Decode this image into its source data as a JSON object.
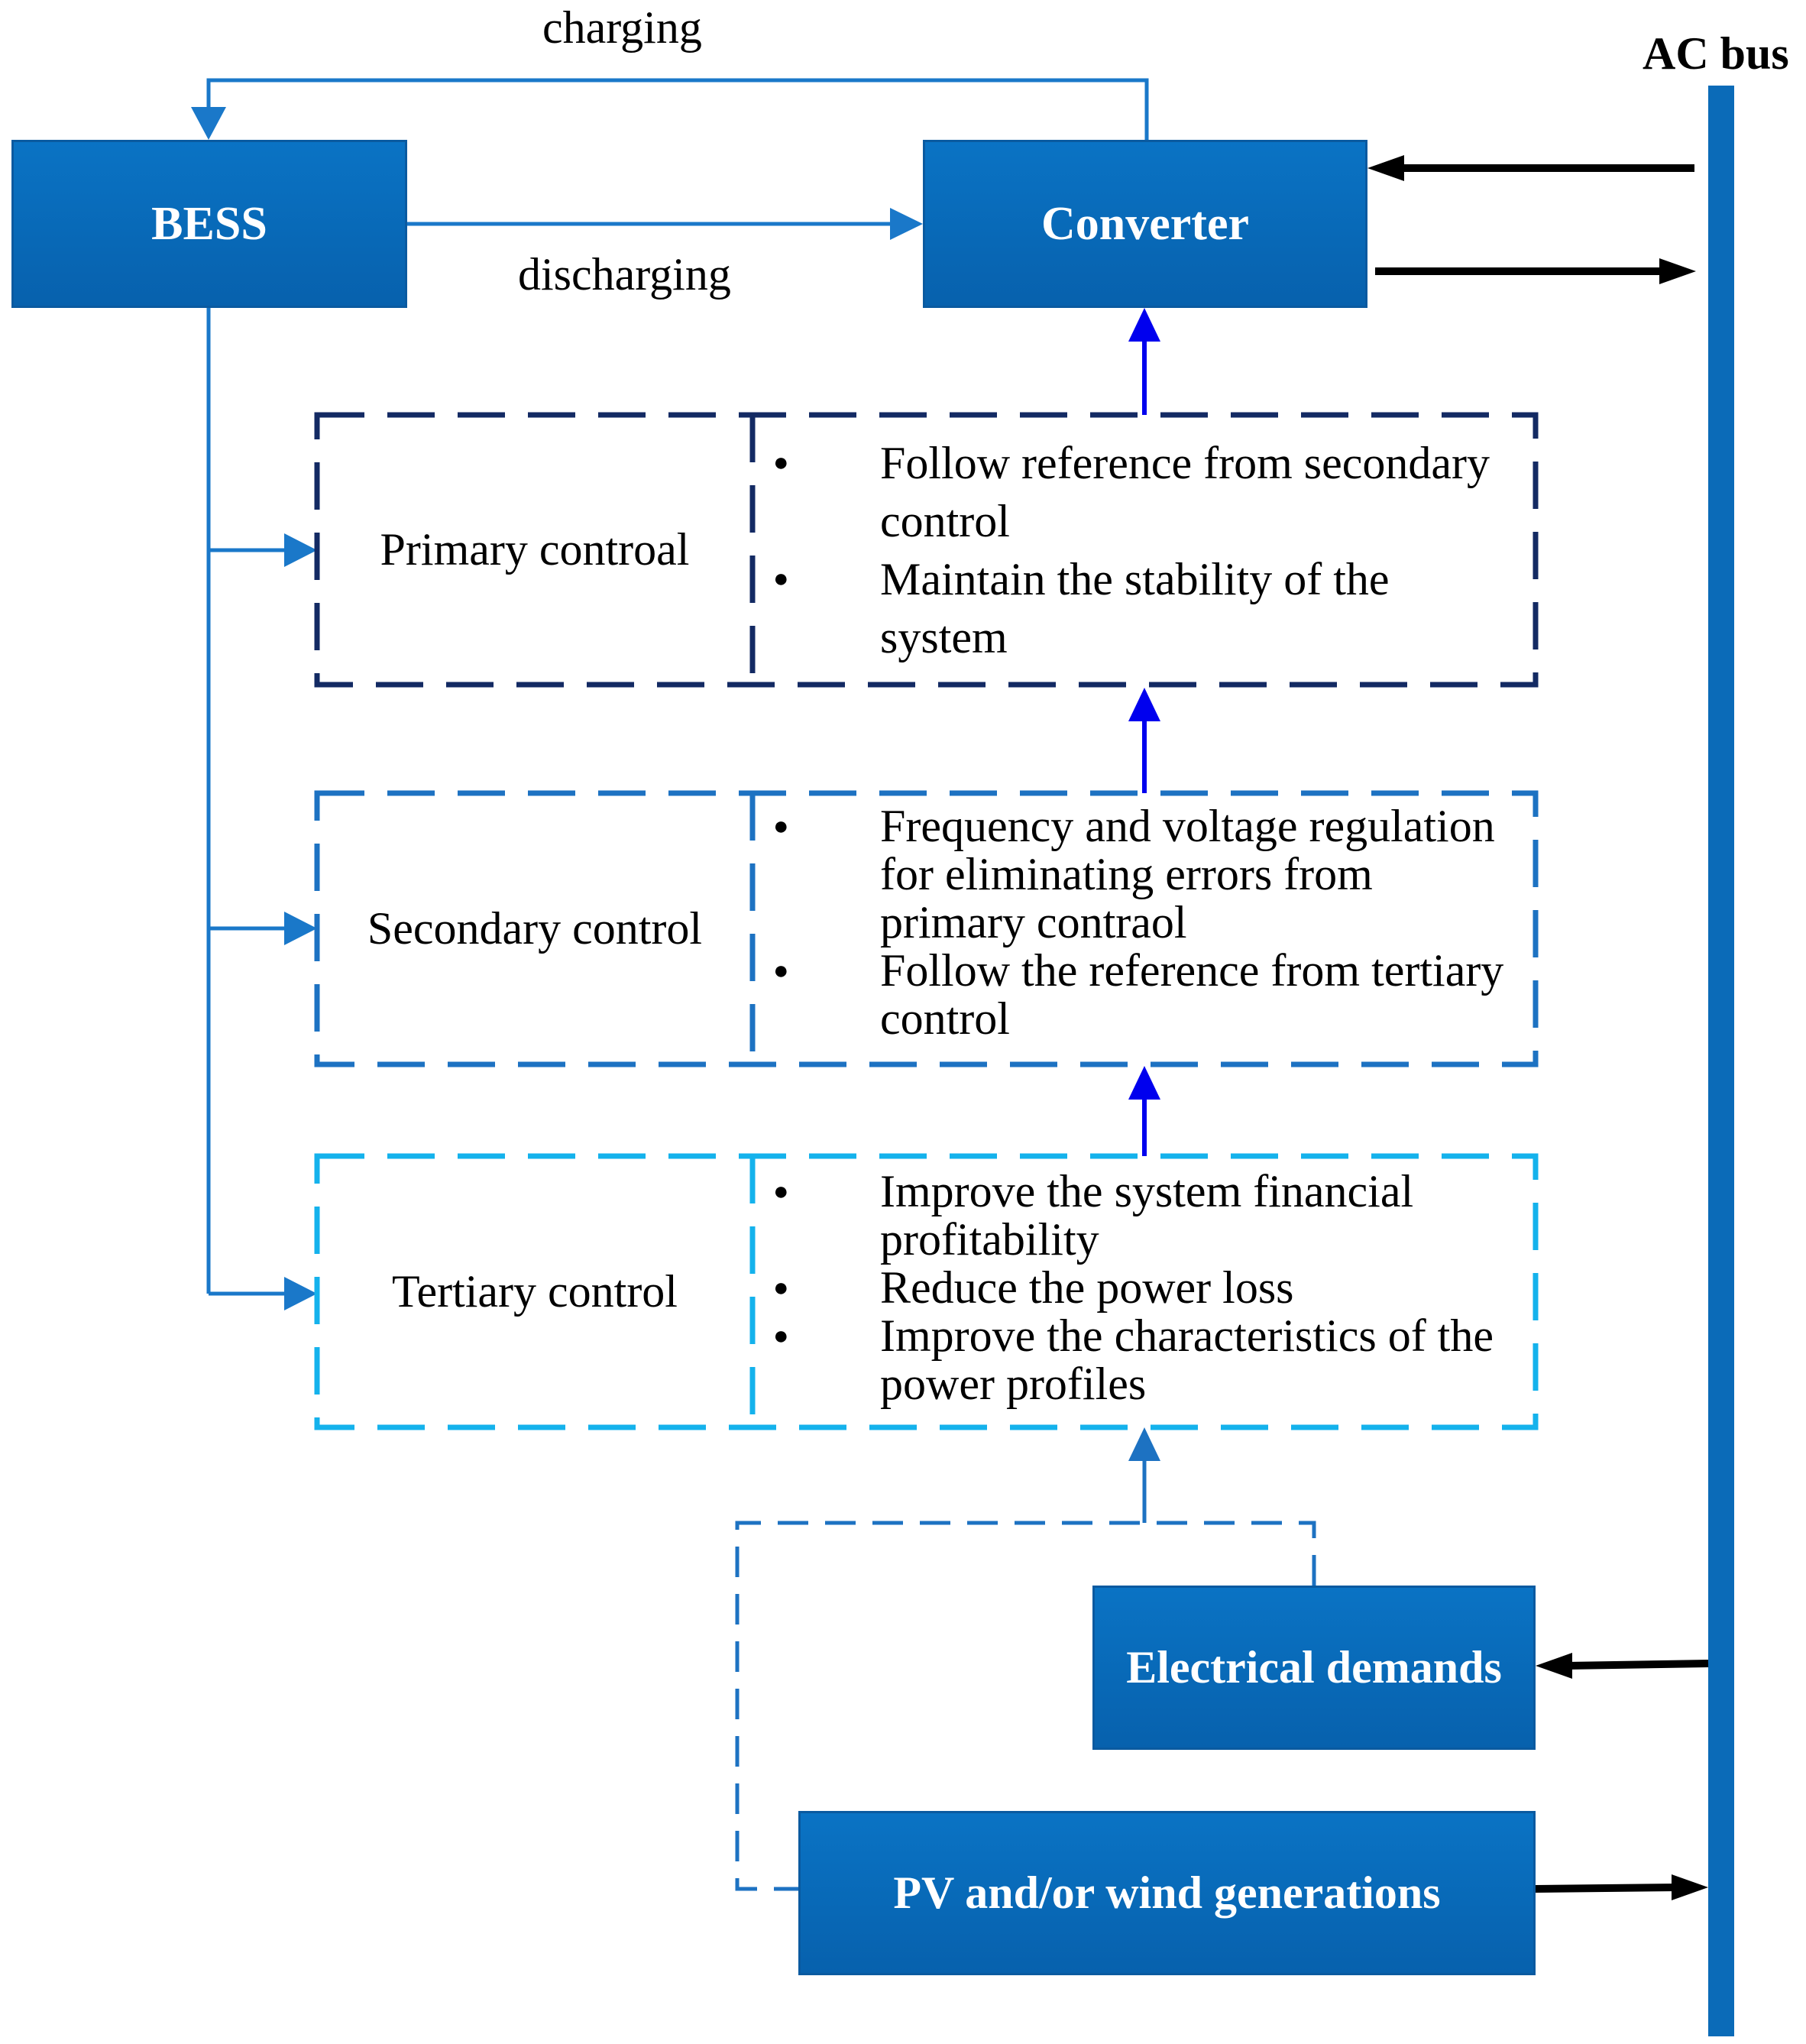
{
  "nodes": {
    "bess": "BESS",
    "converter": "Converter",
    "electrical_demands": "Electrical demands",
    "pv_wind": "PV and/or wind generations",
    "ac_bus": "AC bus"
  },
  "edges": {
    "charging": "charging",
    "discharging": "discharging"
  },
  "controls": {
    "primary": {
      "title": "Primary controal",
      "items": [
        "Follow reference from secondary control",
        "Maintain the stability of the system"
      ]
    },
    "secondary": {
      "title": "Secondary control",
      "items": [
        "Frequency and voltage regulation for eliminating errors from primary contraol",
        "Follow the reference from tertiary control"
      ]
    },
    "tertiary": {
      "title": "Tertiary control",
      "items": [
        "Improve the system financial profitability",
        "Reduce the power loss",
        "Improve the characteristics of the power profiles"
      ]
    }
  },
  "colors": {
    "box_fill": "#0767b6",
    "flow_line": "#1a78c9",
    "control_arrow": "#0000ee",
    "primary_border": "#132a63",
    "secondary_border": "#1d72c2",
    "tertiary_border": "#14b2ec",
    "bus": "#0b6bb8"
  }
}
